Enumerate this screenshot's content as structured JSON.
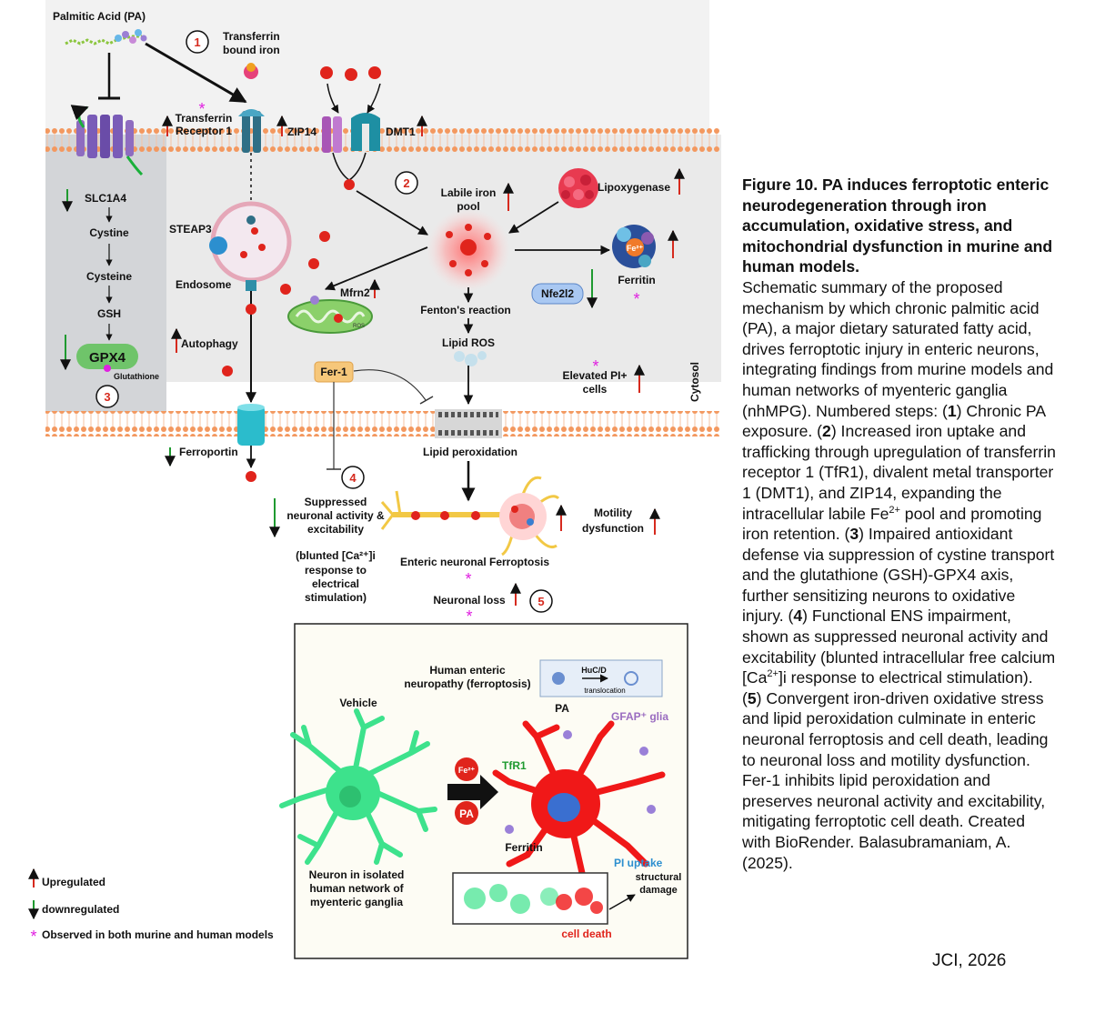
{
  "diagram": {
    "palmitic_acid": "Palmitic Acid (PA)",
    "step_numbers": [
      "1",
      "2",
      "3",
      "4",
      "5"
    ],
    "transferrin_bound_iron": [
      "Transferrin",
      "bound iron"
    ],
    "transferrin_receptor": [
      "Transferrin",
      "Receptor 1"
    ],
    "zip14": "ZIP14",
    "dmt1": "DMT1",
    "slc1a4": "SLC1A4",
    "cystine": "Cystine",
    "cysteine": "Cysteine",
    "gsh": "GSH",
    "gpx4": "GPX4",
    "glutathione": "Glutathione",
    "steap3": "STEAP3",
    "endosome": "Endosome",
    "autophagy": "Autophagy",
    "labile_iron_pool": [
      "Labile iron",
      "pool"
    ],
    "lipoxygenase": "Lipoxygenase",
    "ferritin": "Ferritin",
    "nfe2l2": "Nfe2l2",
    "mfrn2": "Mfrn2",
    "ros": "ROS",
    "fentons_reaction": "Fenton's reaction",
    "lipid_ros": "Lipid ROS",
    "elevated_pi": [
      "Elevated PI+",
      "cells"
    ],
    "cytosol": "Cytosol",
    "fer1": "Fer-1",
    "lipid_peroxidation": "Lipid peroxidation",
    "ferroportin": "Ferroportin",
    "fe_symbol": "Fe²⁺",
    "suppressed_activity": [
      "Suppressed",
      "neuronal activity &",
      "excitability"
    ],
    "blunted_response": [
      "(blunted [Ca²⁺]i",
      "response to",
      "electrical",
      "stimulation)"
    ],
    "motility_dysfunction": [
      "Motility",
      "dysfunction"
    ],
    "enteric_ferroptosis": "Enteric neuronal Ferroptosis",
    "neuronal_loss": "Neuronal loss",
    "human_enteric": [
      "Human enteric",
      "neuropathy (ferroptosis)"
    ],
    "hucd": "HuC/D",
    "translocation": "translocation",
    "vehicle": "Vehicle",
    "pa": "PA",
    "gfap_glia": "GFAP⁺ glia",
    "tfr1": "TfR1",
    "neuron_isolated": [
      "Neuron in isolated",
      "human network of",
      "myenteric ganglia"
    ],
    "ferritin_box": "Ferritin",
    "pi_uptake": "PI uptake",
    "structural_damage": [
      "structural",
      "damage"
    ],
    "cell_death": "cell death",
    "legend": {
      "upregulated": "Upregulated",
      "downregulated": "downregulated",
      "observed": "Observed in both murine and human models"
    }
  },
  "caption": {
    "title": "Figure 10. PA induces ferroptotic enteric neurodegeneration through iron accumulation, oxidative stress, and mitochondrial dysfunction in murine and human models.",
    "p1": "Schematic summary of the proposed mechanism by which chronic palmitic acid (PA), a major dietary saturated fatty acid, drives ferroptotic injury in enteric neurons, integrating findings from murine models and human networks of myenteric ganglia (nhMPG). Numbered steps: (",
    "n1": "1",
    "p2": ") Chronic PA exposure. (",
    "n2": "2",
    "p3": ") Increased iron uptake and trafficking through upregulation of transferrin receptor 1 (TfR1), divalent metal transporter 1 (DMT1), and ZIP14, expanding the intracellular labile Fe",
    "sup1": "2+",
    "p4": " pool and promoting iron retention. (",
    "n3": "3",
    "p5": ") Impaired antioxidant defense via suppression of cystine transport and the glutathione (GSH)-GPX4 axis, further sensitizing neurons to oxidative injury. (",
    "n4": "4",
    "p6": ") Functional ENS impairment, shown as suppressed neuronal activity and excitability (blunted intracellular free calcium [Ca",
    "sup2": "2+",
    "p7": "]i response to electrical stimulation). (",
    "n5": "5",
    "p8": ") Convergent iron-driven oxidative stress and lipid peroxidation culminate in enteric neuronal ferroptosis and cell death, leading to neuronal loss and motility dysfunction. Fer-1 inhibits lipid peroxidation and preserves neuronal activity and excitability, mitigating ferroptotic cell death. Created with BioRender. Balasubramaniam, A. (2025)."
  },
  "credit": "JCI, 2026",
  "colors": {
    "up_arrow": "#d62a1e",
    "down_arrow": "#1f9a30",
    "star": "#e020e0",
    "membrane": "#f08a5a",
    "iron": "#e0241c",
    "gpx4": "#6fc46a",
    "neuron_vehicle": "#3de28c",
    "neuron_pa": "#f01818"
  }
}
